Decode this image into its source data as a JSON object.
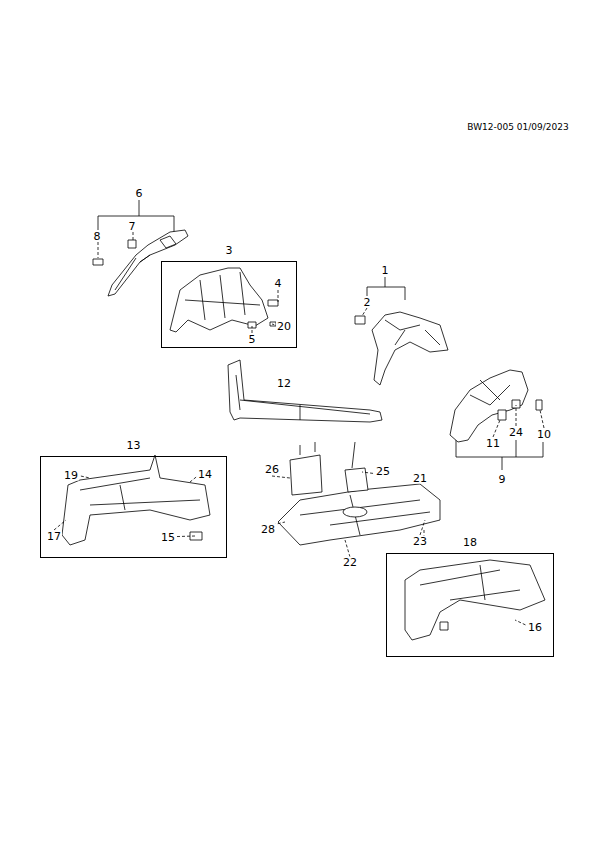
{
  "diagram": {
    "nodes": [
      {
        "text": [
          "3"
        ]
      },
      {
        "text": [
          "13"
        ]
      },
      {
        "text": [
          "18"
        ]
      }
    ],
    "labels": [
      "BW12-005  01/09/2023",
      "6",
      "7",
      "8",
      "1",
      "2",
      "4",
      "20",
      "5",
      "12",
      "10",
      "24",
      "11",
      "9",
      "26",
      "25",
      "21",
      "28",
      "23",
      "22",
      "19",
      "14",
      "17",
      "15",
      "16"
    ]
  }
}
